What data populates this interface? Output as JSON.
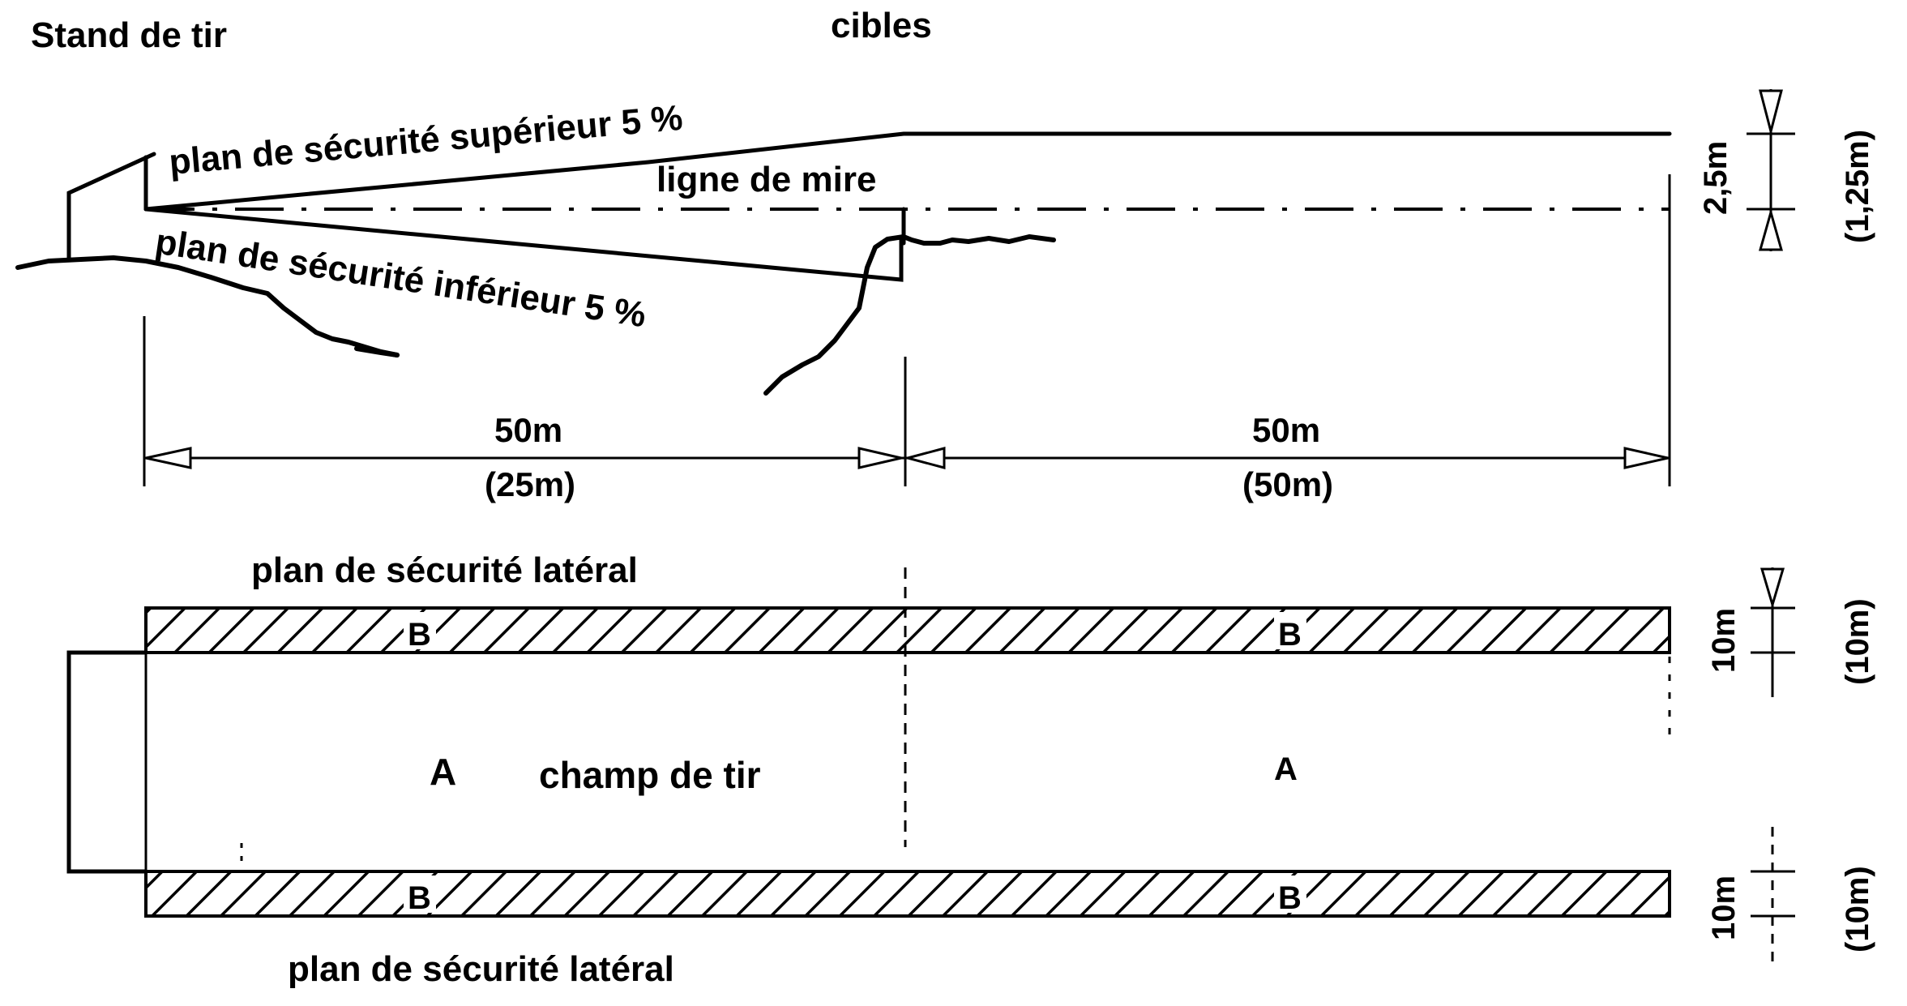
{
  "labels": {
    "stand": "Stand de tir",
    "targets": "cibles",
    "upper_plane": "plan de sécurité supérieur 5 %",
    "sight_line": "ligne de mire",
    "lower_plane": "plan de sécurité inférieur 5 %",
    "dist_left": "50m",
    "dist_left_alt": "(25m)",
    "dist_right": "50m",
    "dist_right_alt": "(50m)",
    "height": "2,5m",
    "height_alt": "(1,25m)",
    "lateral_top": "plan de sécurité latéral",
    "lateral_bottom": "plan de sécurité latéral",
    "zone_a_left": "A",
    "field": "champ de tir",
    "zone_a_right": "A",
    "zone_b_top_left": "B",
    "zone_b_top_right": "B",
    "zone_b_bottom_left": "B",
    "zone_b_bottom_right": "B",
    "width_top": "10m",
    "width_top_alt": "(10m)",
    "width_bottom": "10m",
    "width_bottom_alt": "(10m)"
  }
}
